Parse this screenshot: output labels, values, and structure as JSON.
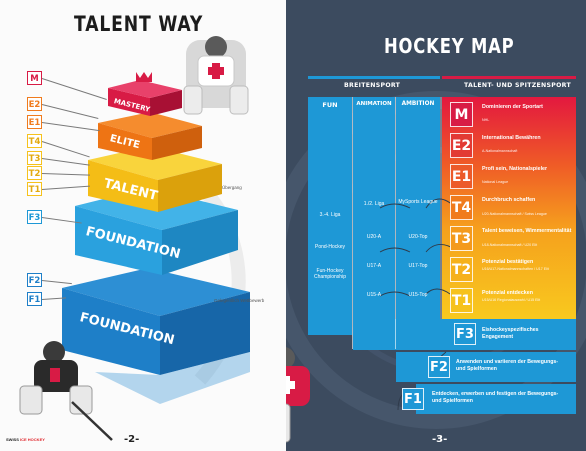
{
  "left_page": {
    "title": "TALENT WAY",
    "level_tags": [
      "M",
      "E2",
      "E1",
      "T4",
      "T3",
      "T2",
      "T1",
      "F3",
      "F2",
      "F1"
    ],
    "tiers": [
      "MASTERY",
      "ELITE",
      "TALENT",
      "FOUNDATION",
      "FOUNDATION"
    ],
    "notes": {
      "transition": "Übergang",
      "competition": "Gelegentlich Wettbewerb"
    },
    "page_number": "-2-",
    "brand": {
      "part1": "SWISS",
      "part2": "ICE HOCKEY"
    }
  },
  "right_page": {
    "title": "HOCKEY MAP",
    "sections": {
      "breitensport": "BREITENSPORT",
      "talent": "TALENT- UND SPITZENSPORT"
    },
    "columns": {
      "fun": "FUN",
      "animation": "ANIMATION",
      "ambition": "AMBITION"
    },
    "fun_items": [
      "3.-4. Liga",
      "Pond-Hockey",
      "Fun-Hockey Championship"
    ],
    "animation_items": [
      "1./2. Liga",
      "U20-A",
      "U17-A",
      "U15-A"
    ],
    "ambition_items": [
      "MySports League",
      "U20-Top",
      "U17-Top",
      "U15-Top"
    ],
    "talent_levels": [
      {
        "code": "M",
        "title": "Dominieren der Sportart",
        "sub": "NHL"
      },
      {
        "code": "E2",
        "title": "International Bewähren",
        "sub": "A-Nationalmannschaft"
      },
      {
        "code": "E1",
        "title": "Profi sein, Nationalspieler",
        "sub": "National League"
      },
      {
        "code": "T4",
        "title": "Durchbruch schaffen",
        "sub": "U20-Nationalmannschaft / Swiss League"
      },
      {
        "code": "T3",
        "title": "Talent beweisen, Wimmermentalität",
        "sub": "U18-Nationalmannschaft / U20 Elit"
      },
      {
        "code": "T2",
        "title": "Potenzial bestätigen",
        "sub": "U16/U17-Nationalmannschaften / U17 Elit"
      },
      {
        "code": "T1",
        "title": "Potenzial entdecken",
        "sub": "U15/U16 Regionalauswahl / U15 Elit"
      }
    ],
    "foundation_levels": [
      {
        "code": "F3",
        "text": "Eishockeyspezifisches Engagement"
      },
      {
        "code": "F2",
        "text": "Anwenden und variieren der Bewegungs- und Spielformen"
      },
      {
        "code": "F1",
        "text": "Entdecken, erwerben und festigen der Bewegungs- und Spielformen"
      }
    ],
    "page_number": "-3-"
  },
  "colors": {
    "mastery": "#d81b45",
    "elite": "#f07b1d",
    "talent": "#f6c21c",
    "foundation": "#1e98d6",
    "navy": "#3c4b5f"
  }
}
